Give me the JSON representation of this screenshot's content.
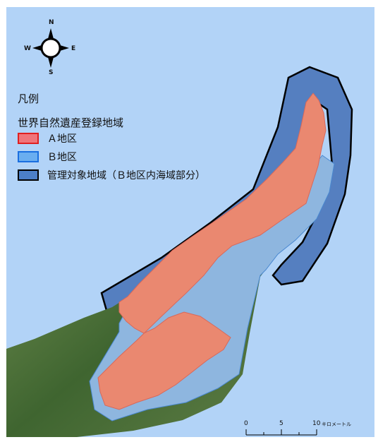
{
  "compass": {
    "n": "N",
    "s": "S",
    "e": "E",
    "w": "W"
  },
  "legend": {
    "title": "凡例",
    "subtitle": "世界自然遺産登録地域",
    "items": [
      {
        "label": "Ａ地区",
        "fill": "#f0757a",
        "border": "#e02020"
      },
      {
        "label": "Ｂ地区",
        "fill": "#6aaef0",
        "border": "#1a6fe0"
      },
      {
        "label": "管理対象地域（Ｂ地区内海域部分）",
        "fill": "#4c7fc8",
        "border": "#000000"
      }
    ]
  },
  "scale_bar": {
    "ticks": [
      "0",
      "5",
      "10"
    ],
    "unit": "キロメートル"
  },
  "colors": {
    "sea": "#b2d3f7",
    "land_dark": "#3c5e2a",
    "land_light": "#7f9a5d",
    "zone_a": "#ea8870",
    "zone_b": "#8eb6df",
    "marine": "#557fc0"
  }
}
